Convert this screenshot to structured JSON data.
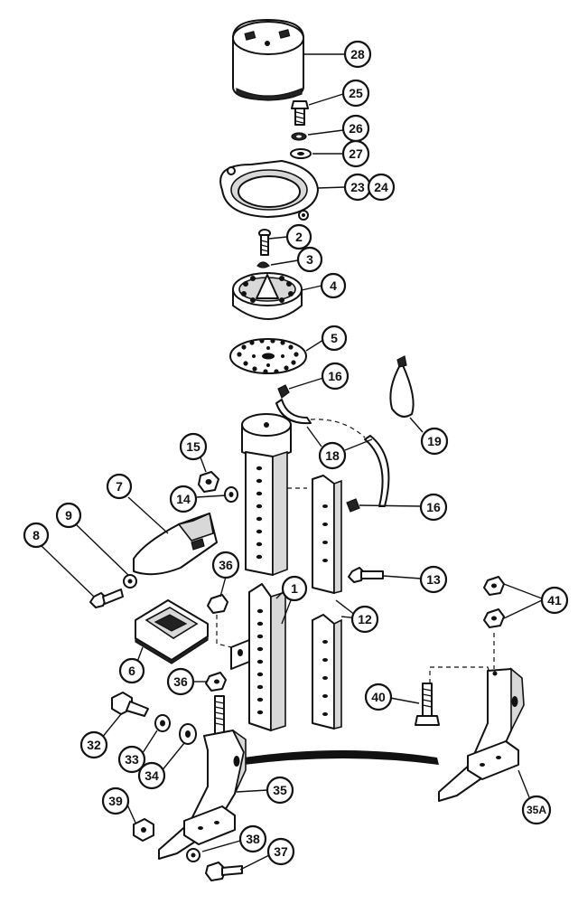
{
  "colors": {
    "ink": "#111111",
    "background": "#ffffff",
    "fill_shade": "#d8d8d8"
  },
  "callouts": [
    {
      "id": "c28",
      "label": "28"
    },
    {
      "id": "c25",
      "label": "25"
    },
    {
      "id": "c26",
      "label": "26"
    },
    {
      "id": "c27",
      "label": "27"
    },
    {
      "id": "c23",
      "label": "23"
    },
    {
      "id": "c24",
      "label": "24"
    },
    {
      "id": "c2",
      "label": "2"
    },
    {
      "id": "c3",
      "label": "3"
    },
    {
      "id": "c4",
      "label": "4"
    },
    {
      "id": "c5",
      "label": "5"
    },
    {
      "id": "c16a",
      "label": "16"
    },
    {
      "id": "c19",
      "label": "19"
    },
    {
      "id": "c18",
      "label": "18"
    },
    {
      "id": "c15",
      "label": "15"
    },
    {
      "id": "c14",
      "label": "14"
    },
    {
      "id": "c7",
      "label": "7"
    },
    {
      "id": "c9",
      "label": "9"
    },
    {
      "id": "c8",
      "label": "8"
    },
    {
      "id": "c16b",
      "label": "16"
    },
    {
      "id": "c13",
      "label": "13"
    },
    {
      "id": "c36a",
      "label": "36"
    },
    {
      "id": "c1",
      "label": "1"
    },
    {
      "id": "c12",
      "label": "12"
    },
    {
      "id": "c41",
      "label": "41"
    },
    {
      "id": "c6",
      "label": "6"
    },
    {
      "id": "c36b",
      "label": "36"
    },
    {
      "id": "c40",
      "label": "40"
    },
    {
      "id": "c32",
      "label": "32"
    },
    {
      "id": "c33",
      "label": "33"
    },
    {
      "id": "c34",
      "label": "34"
    },
    {
      "id": "c35",
      "label": "35"
    },
    {
      "id": "c35a",
      "label": "35A"
    },
    {
      "id": "c39",
      "label": "39"
    },
    {
      "id": "c38",
      "label": "38"
    },
    {
      "id": "c37",
      "label": "37"
    }
  ]
}
